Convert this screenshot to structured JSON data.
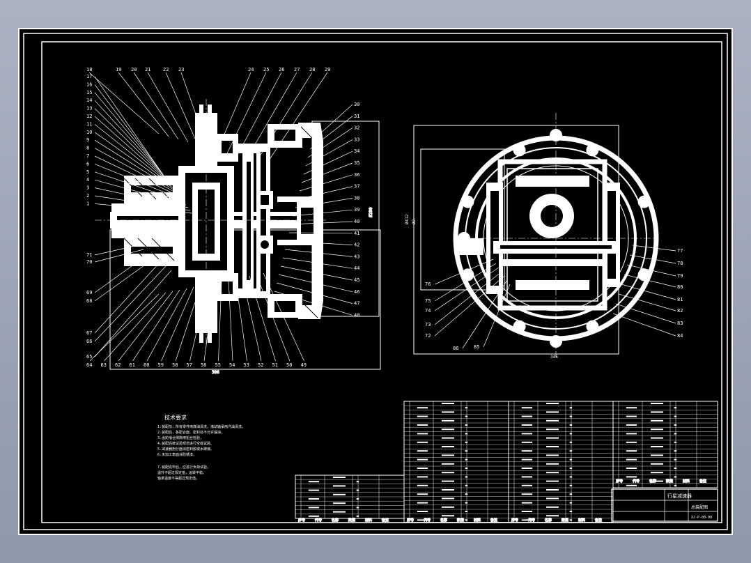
{
  "drawing": {
    "background": "#000000",
    "line_color": "#ffffff",
    "left_callouts_top": [
      "18",
      "19",
      "20",
      "21",
      "22",
      "23",
      "24",
      "25",
      "26",
      "27",
      "28",
      "29"
    ],
    "left_callouts_leftcol": [
      "17",
      "16",
      "15",
      "14",
      "13",
      "12",
      "11",
      "10",
      "9",
      "8",
      "7",
      "6",
      "5",
      "4",
      "3",
      "2",
      "1"
    ],
    "left_callouts_rightcol": [
      "30",
      "31",
      "32",
      "33",
      "34",
      "35",
      "36",
      "37",
      "38",
      "39",
      "40",
      "41",
      "42",
      "43",
      "44",
      "45",
      "46",
      "47",
      "48"
    ],
    "left_callouts_lower_left": [
      "71",
      "70",
      "69",
      "68",
      "67",
      "66",
      "65"
    ],
    "left_callouts_bottom": [
      "64",
      "63",
      "62",
      "61",
      "60",
      "59",
      "58",
      "57",
      "56",
      "55",
      "54",
      "53",
      "52",
      "51",
      "50",
      "49"
    ],
    "right_callouts_right": [
      "77",
      "78",
      "79",
      "80",
      "81",
      "82",
      "83",
      "84"
    ],
    "right_callouts_left": [
      "76",
      "75",
      "74",
      "73",
      "72",
      "86",
      "85"
    ],
    "tech_title": "技术要求",
    "tech_lines": [
      "1.装配前，所有零件用煤油清洗，滚动轴承用汽油清洗。",
      "2.装配后，各配合面、密封处不允许漏油。",
      "3.齿轮啮合侧隙用铅丝检验，",
      "4.装配后按试验规范进行空载试验。",
      "5.减速器剖分面涂密封胶或水玻璃。",
      "6.未加工表面涂防锈漆。",
      "7.装配完毕后，应进行负荷试验，",
      "  温升不超过规定值，运转平稳。",
      "  轴承温度不得超过规定值。"
    ],
    "table_header": [
      "序号",
      "代号",
      "名称",
      "数量",
      "材料",
      "备注"
    ],
    "title_block": {
      "title": "行星减速器",
      "subtitle": "总装配图",
      "drawing_no": "XJ-P-00-00"
    }
  }
}
